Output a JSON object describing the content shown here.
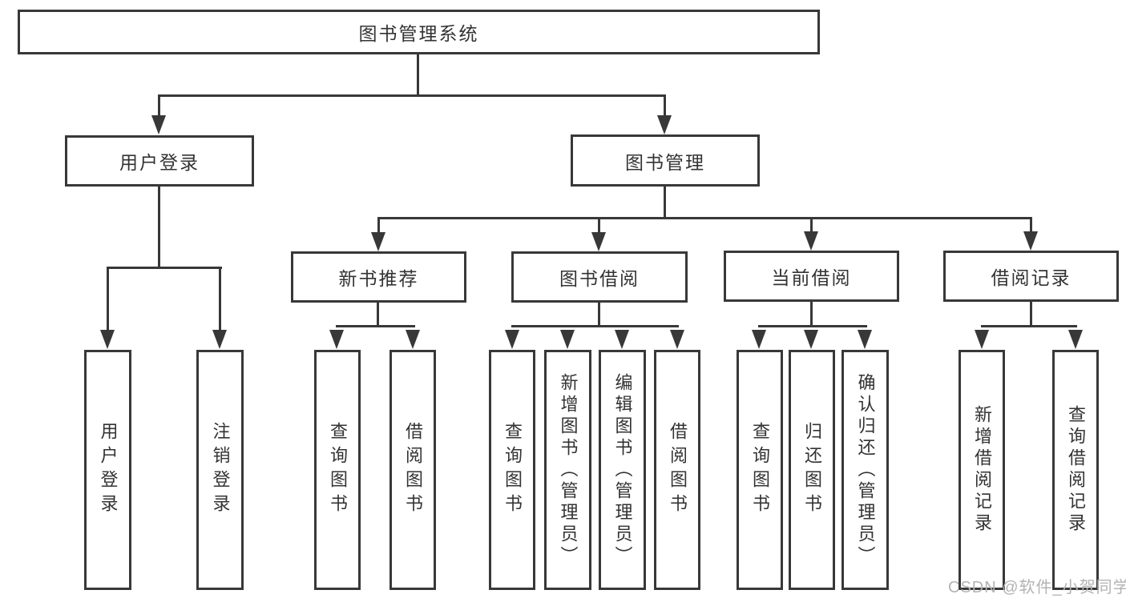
{
  "diagram": {
    "type": "tree",
    "colors": {
      "line": "#383838",
      "text": "#333333",
      "box_background": "#ffffff",
      "watermark": "#b3b3b3"
    },
    "tree": {
      "root": {
        "label": "图书管理系统"
      },
      "children": [
        {
          "label": "用户登录",
          "children": [
            {
              "label": "用户登录"
            },
            {
              "label": "注销登录"
            }
          ]
        },
        {
          "label": "图书管理",
          "children": [
            {
              "label": "新书推荐",
              "children": [
                {
                  "label": "查询图书"
                },
                {
                  "label": "借阅图书"
                }
              ]
            },
            {
              "label": "图书借阅",
              "children": [
                {
                  "label": "查询图书"
                },
                {
                  "label": "新增图书（管理员）"
                },
                {
                  "label": "编辑图书（管理员）"
                },
                {
                  "label": "借阅图书"
                }
              ]
            },
            {
              "label": "当前借阅",
              "children": [
                {
                  "label": "查询图书"
                },
                {
                  "label": "归还图书"
                },
                {
                  "label": "确认归还（管理员）"
                }
              ]
            },
            {
              "label": "借阅记录",
              "children": [
                {
                  "label": "新增借阅记录"
                },
                {
                  "label": "查询借阅记录"
                }
              ]
            }
          ]
        }
      ]
    },
    "watermark": "CSDN @软件_小贺同学"
  }
}
